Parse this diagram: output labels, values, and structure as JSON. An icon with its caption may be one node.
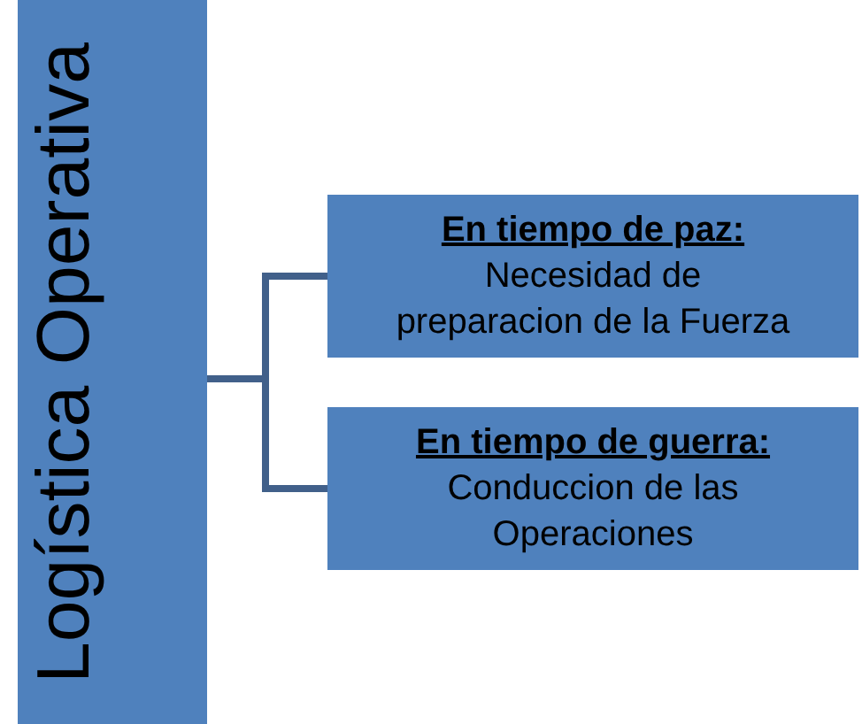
{
  "diagram": {
    "nodes": [
      {
        "text": [
          "Logística Operativa"
        ]
      },
      {
        "text": [
          "En tiempo de paz:",
          "Necesidad de preparacion de la Fuerza"
        ]
      },
      {
        "text": [
          "En tiempo de guerra:",
          "Conduccion de las Operaciones"
        ]
      }
    ],
    "edges": [
      {
        "from": 0,
        "to": 1,
        "arrow": "none"
      },
      {
        "from": 0,
        "to": 2,
        "arrow": "none"
      }
    ]
  }
}
